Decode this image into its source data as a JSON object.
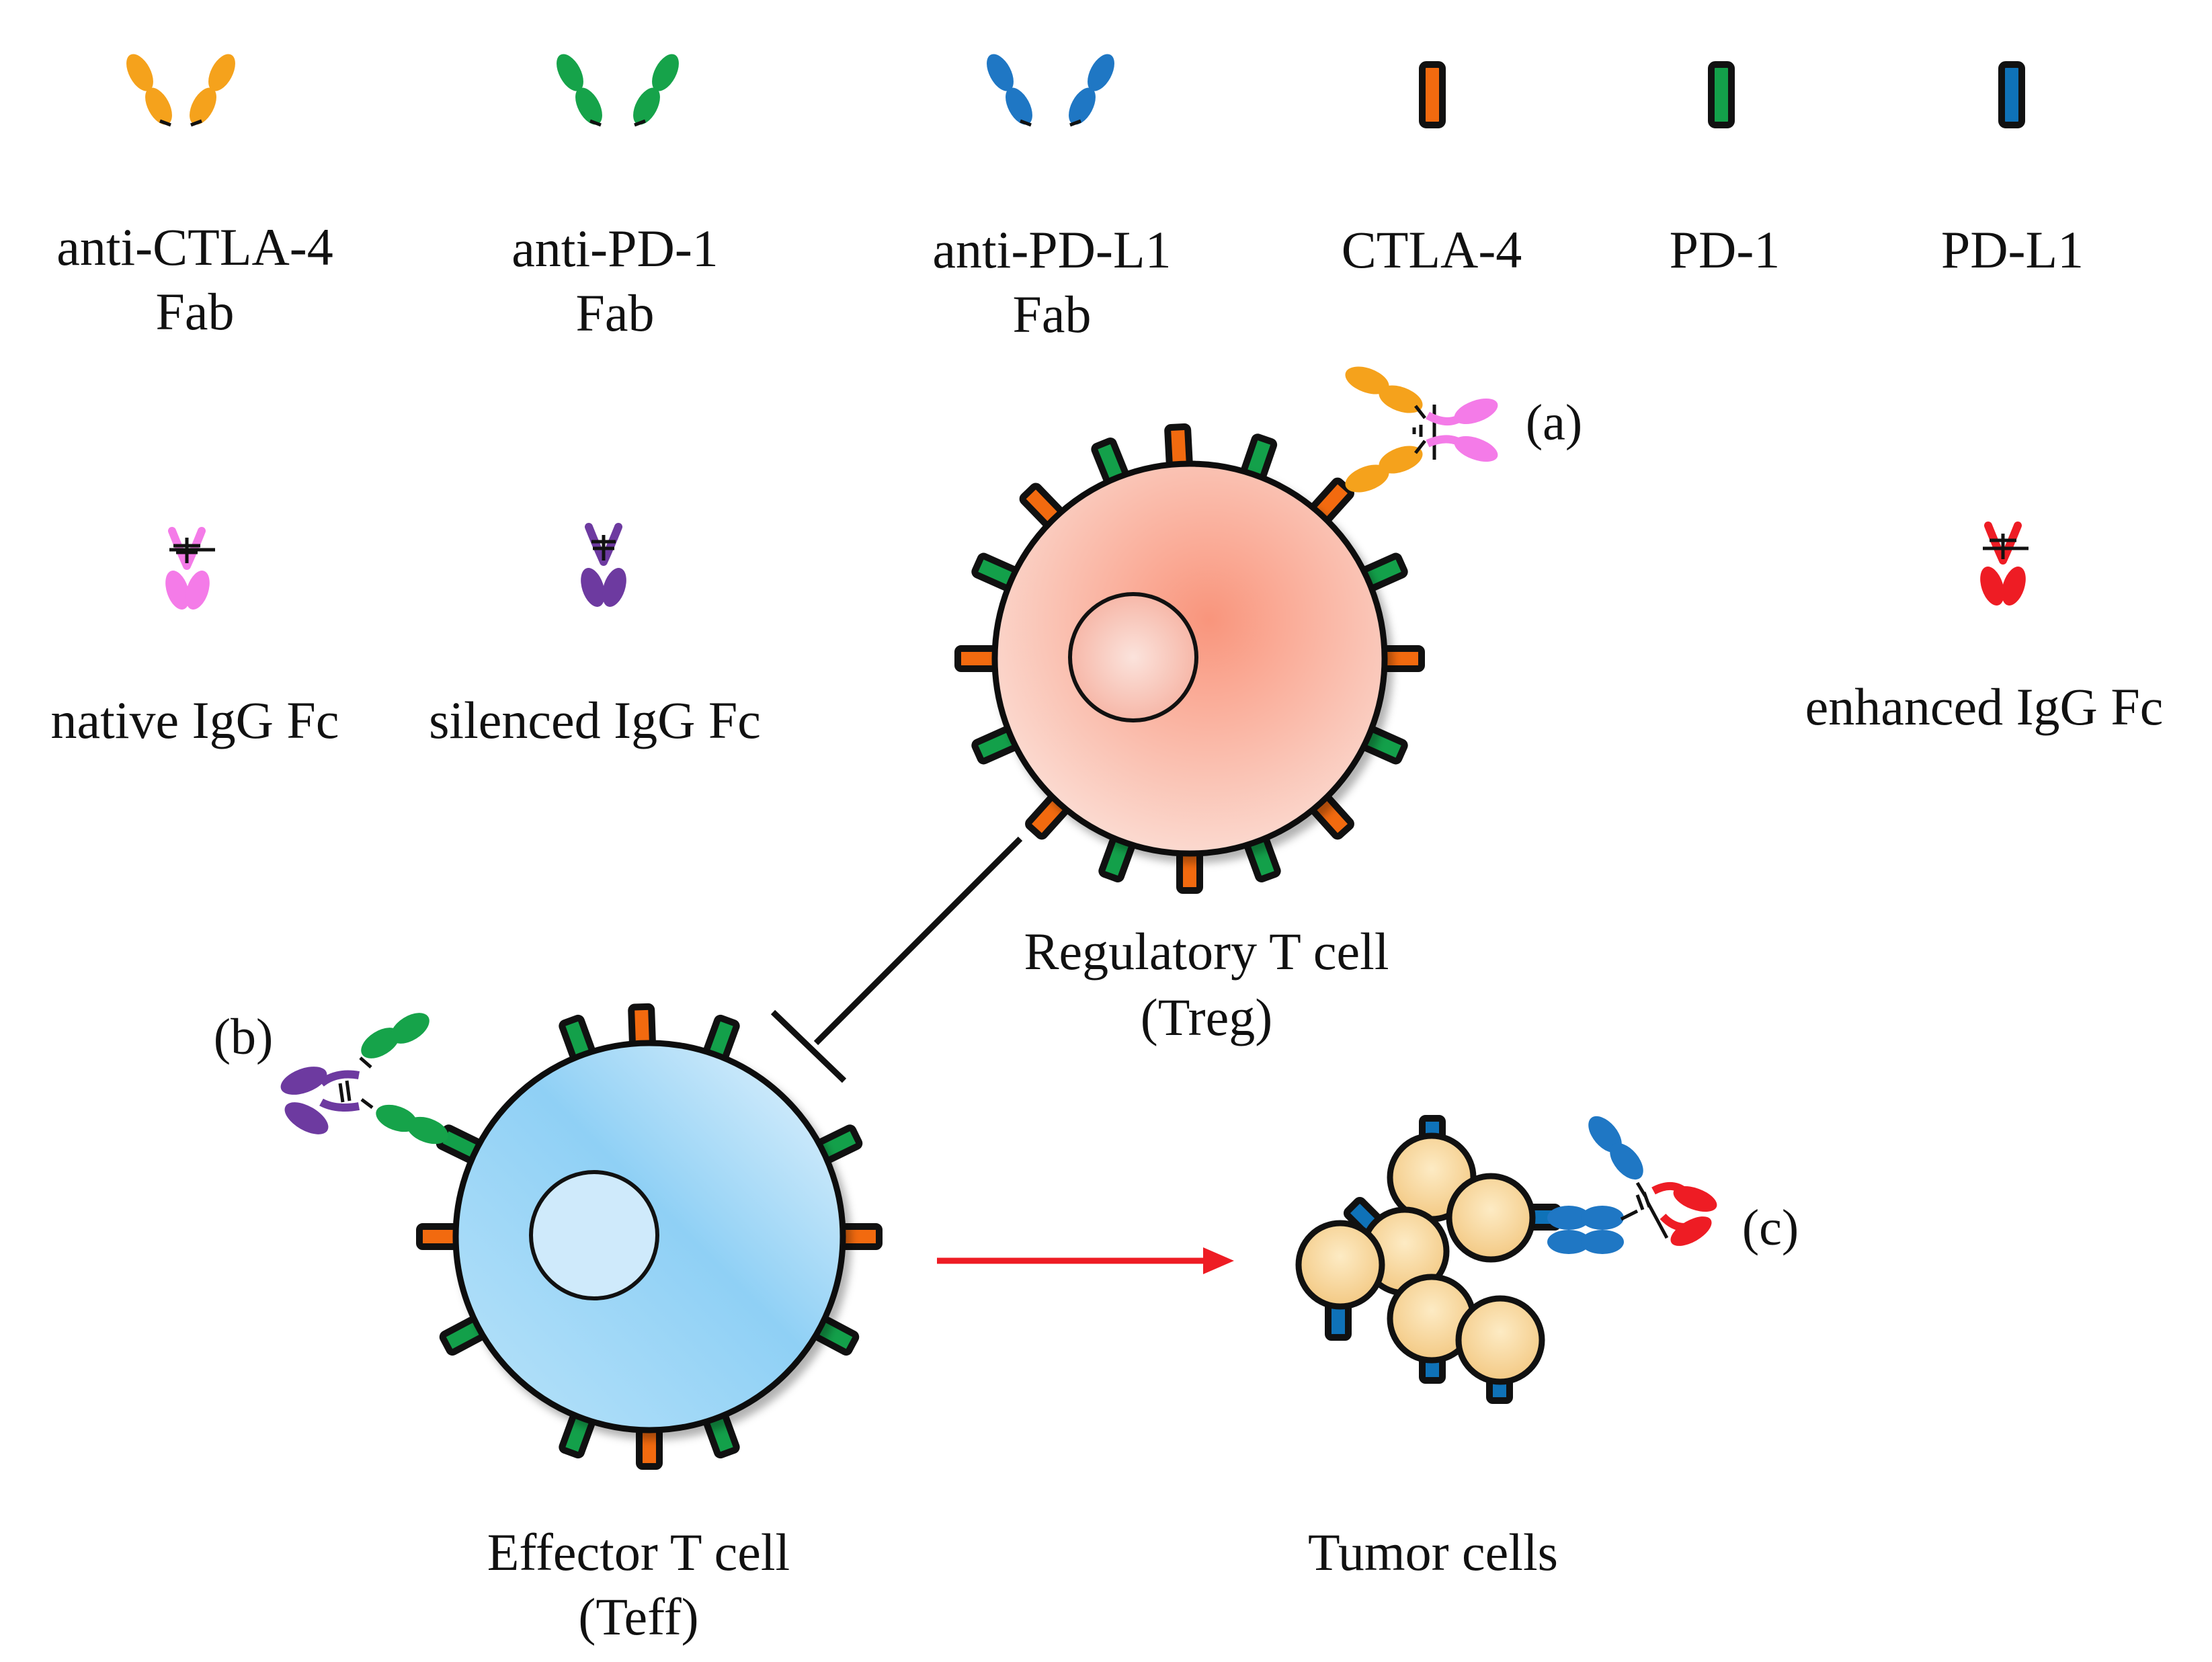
{
  "legend": {
    "anti_ctla4": {
      "line1": "anti-CTLA-4",
      "line2": "Fab",
      "color": "#f5a21c"
    },
    "anti_pd1": {
      "line1": "anti-PD-1",
      "line2": "Fab",
      "color": "#16a34a"
    },
    "anti_pdl1": {
      "line1": "anti-PD-L1",
      "line2": "Fab",
      "color": "#1f77c4"
    },
    "ctla4": {
      "label": "CTLA-4",
      "color": "#f26a0f"
    },
    "pd1": {
      "label": "PD-1",
      "color": "#13a04a"
    },
    "pdl1": {
      "label": "PD-L1",
      "color": "#0f72b8"
    },
    "native_fc": {
      "label": "native  IgG  Fc",
      "color": "#f47be8"
    },
    "silenced_fc": {
      "label": "silenced  IgG  Fc",
      "color": "#6d3aa0"
    },
    "enhanced_fc": {
      "label": "enhanced  IgG  Fc",
      "color": "#ee1c24"
    }
  },
  "cells": {
    "treg": {
      "line1": "Regulatory  T  cell",
      "line2": "(Treg)",
      "color": "#f6a28e"
    },
    "teff": {
      "line1": "Effector  T  cell",
      "line2": "(Teff)",
      "color": "#8fd0f5"
    },
    "tumor": {
      "label": "Tumor  cells",
      "color": "#f7d48c"
    }
  },
  "tags": {
    "a": "(a)",
    "b": "(b)",
    "c": "(c)"
  },
  "arrows": {
    "activation_color": "#ee1c24",
    "inhibition_color": "#111111"
  }
}
